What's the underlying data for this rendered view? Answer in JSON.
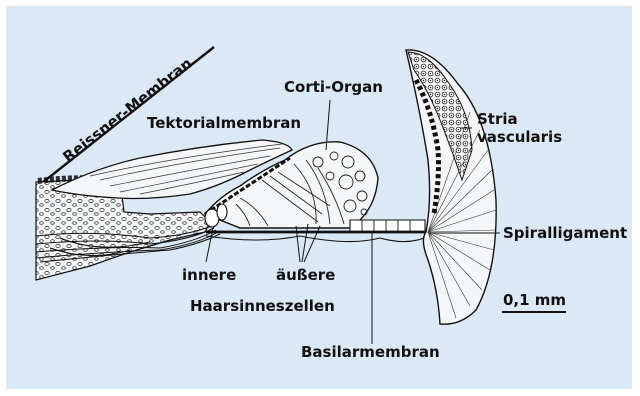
{
  "labels": {
    "reissner": "Reissner-Membran",
    "tektorial": "Tektorialmembran",
    "corti": "Corti-Organ",
    "stria_1": "Stria",
    "stria_2": "vascularis",
    "spiral": "Spiralligament",
    "innere": "innere",
    "aeussere": "äußere",
    "haar": "Haarsinneszellen",
    "basilar": "Basilarmembran",
    "scale": "0,1 mm"
  },
  "colors": {
    "background": "#dbe8f5",
    "ink": "#111111",
    "tissue": "#ffffff"
  }
}
